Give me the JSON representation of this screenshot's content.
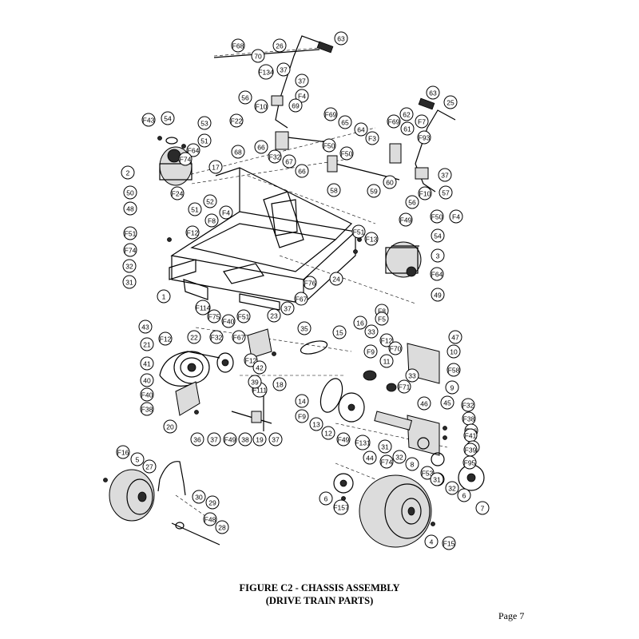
{
  "figure": {
    "title": "FIGURE C2 - CHASSIS ASSEMBLY",
    "subtitle": "(DRIVE TRAIN PARTS)"
  },
  "page_number": "Page 7",
  "callouts": [
    "F68",
    "70",
    "26",
    "63",
    "F134",
    "37",
    "37",
    "56",
    "F4",
    "F10",
    "69",
    "F22",
    "F69",
    "65",
    "64",
    "F3",
    "F43",
    "54",
    "53",
    "51",
    "68",
    "F32",
    "67",
    "66",
    "66",
    "F50",
    "F50",
    "58",
    "59",
    "60",
    "62",
    "F69",
    "61",
    "F7",
    "F93",
    "25",
    "63",
    "37",
    "2",
    "F64",
    "F74",
    "17",
    "50",
    "F24",
    "52",
    "51",
    "F8",
    "F4",
    "48",
    "F12",
    "F51",
    "F74",
    "32",
    "31",
    "F13",
    "F51",
    "F10",
    "57",
    "56",
    "F49",
    "F50",
    "F4",
    "54",
    "3",
    "F64",
    "1",
    "24",
    "F76",
    "F67",
    "F114",
    "F75",
    "F40",
    "F51",
    "23",
    "37",
    "35",
    "49",
    "F8",
    "F5",
    "43",
    "22",
    "F12",
    "F32",
    "F67",
    "21",
    "F12",
    "15",
    "16",
    "33",
    "F9",
    "F12",
    "F70",
    "47",
    "10",
    "41",
    "40",
    "42",
    "18",
    "F111",
    "39",
    "11",
    "33",
    "F71",
    "F58",
    "9",
    "F40",
    "F38",
    "20",
    "14",
    "F9",
    "13",
    "12",
    "F49",
    "F131",
    "31",
    "46",
    "45",
    "F32",
    "F38",
    "F26",
    "F41",
    "55",
    "F39",
    "F95",
    "31",
    "36",
    "37",
    "F49",
    "38",
    "19",
    "37",
    "44",
    "F74",
    "32",
    "8",
    "F53",
    "31",
    "32",
    "6",
    "7",
    "F16",
    "5",
    "27",
    "30",
    "29",
    "F48",
    "28",
    "6",
    "F157",
    "4",
    "F15"
  ]
}
